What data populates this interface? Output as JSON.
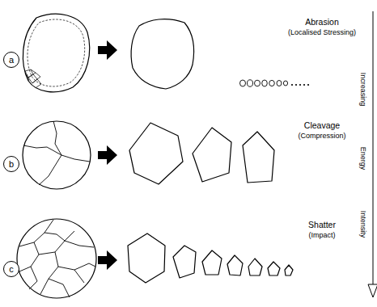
{
  "diagram": {
    "nodes": [
      {
        "text": [
          "a"
        ]
      },
      {
        "text": [
          "b"
        ]
      },
      {
        "text": [
          "c"
        ]
      }
    ],
    "labels": [
      "Abrasion",
      "(Localised Stressing)",
      "Cleavage",
      "(Compression)",
      "Shatter",
      "(Impact)",
      "Increasing Energy Intensity"
    ]
  }
}
